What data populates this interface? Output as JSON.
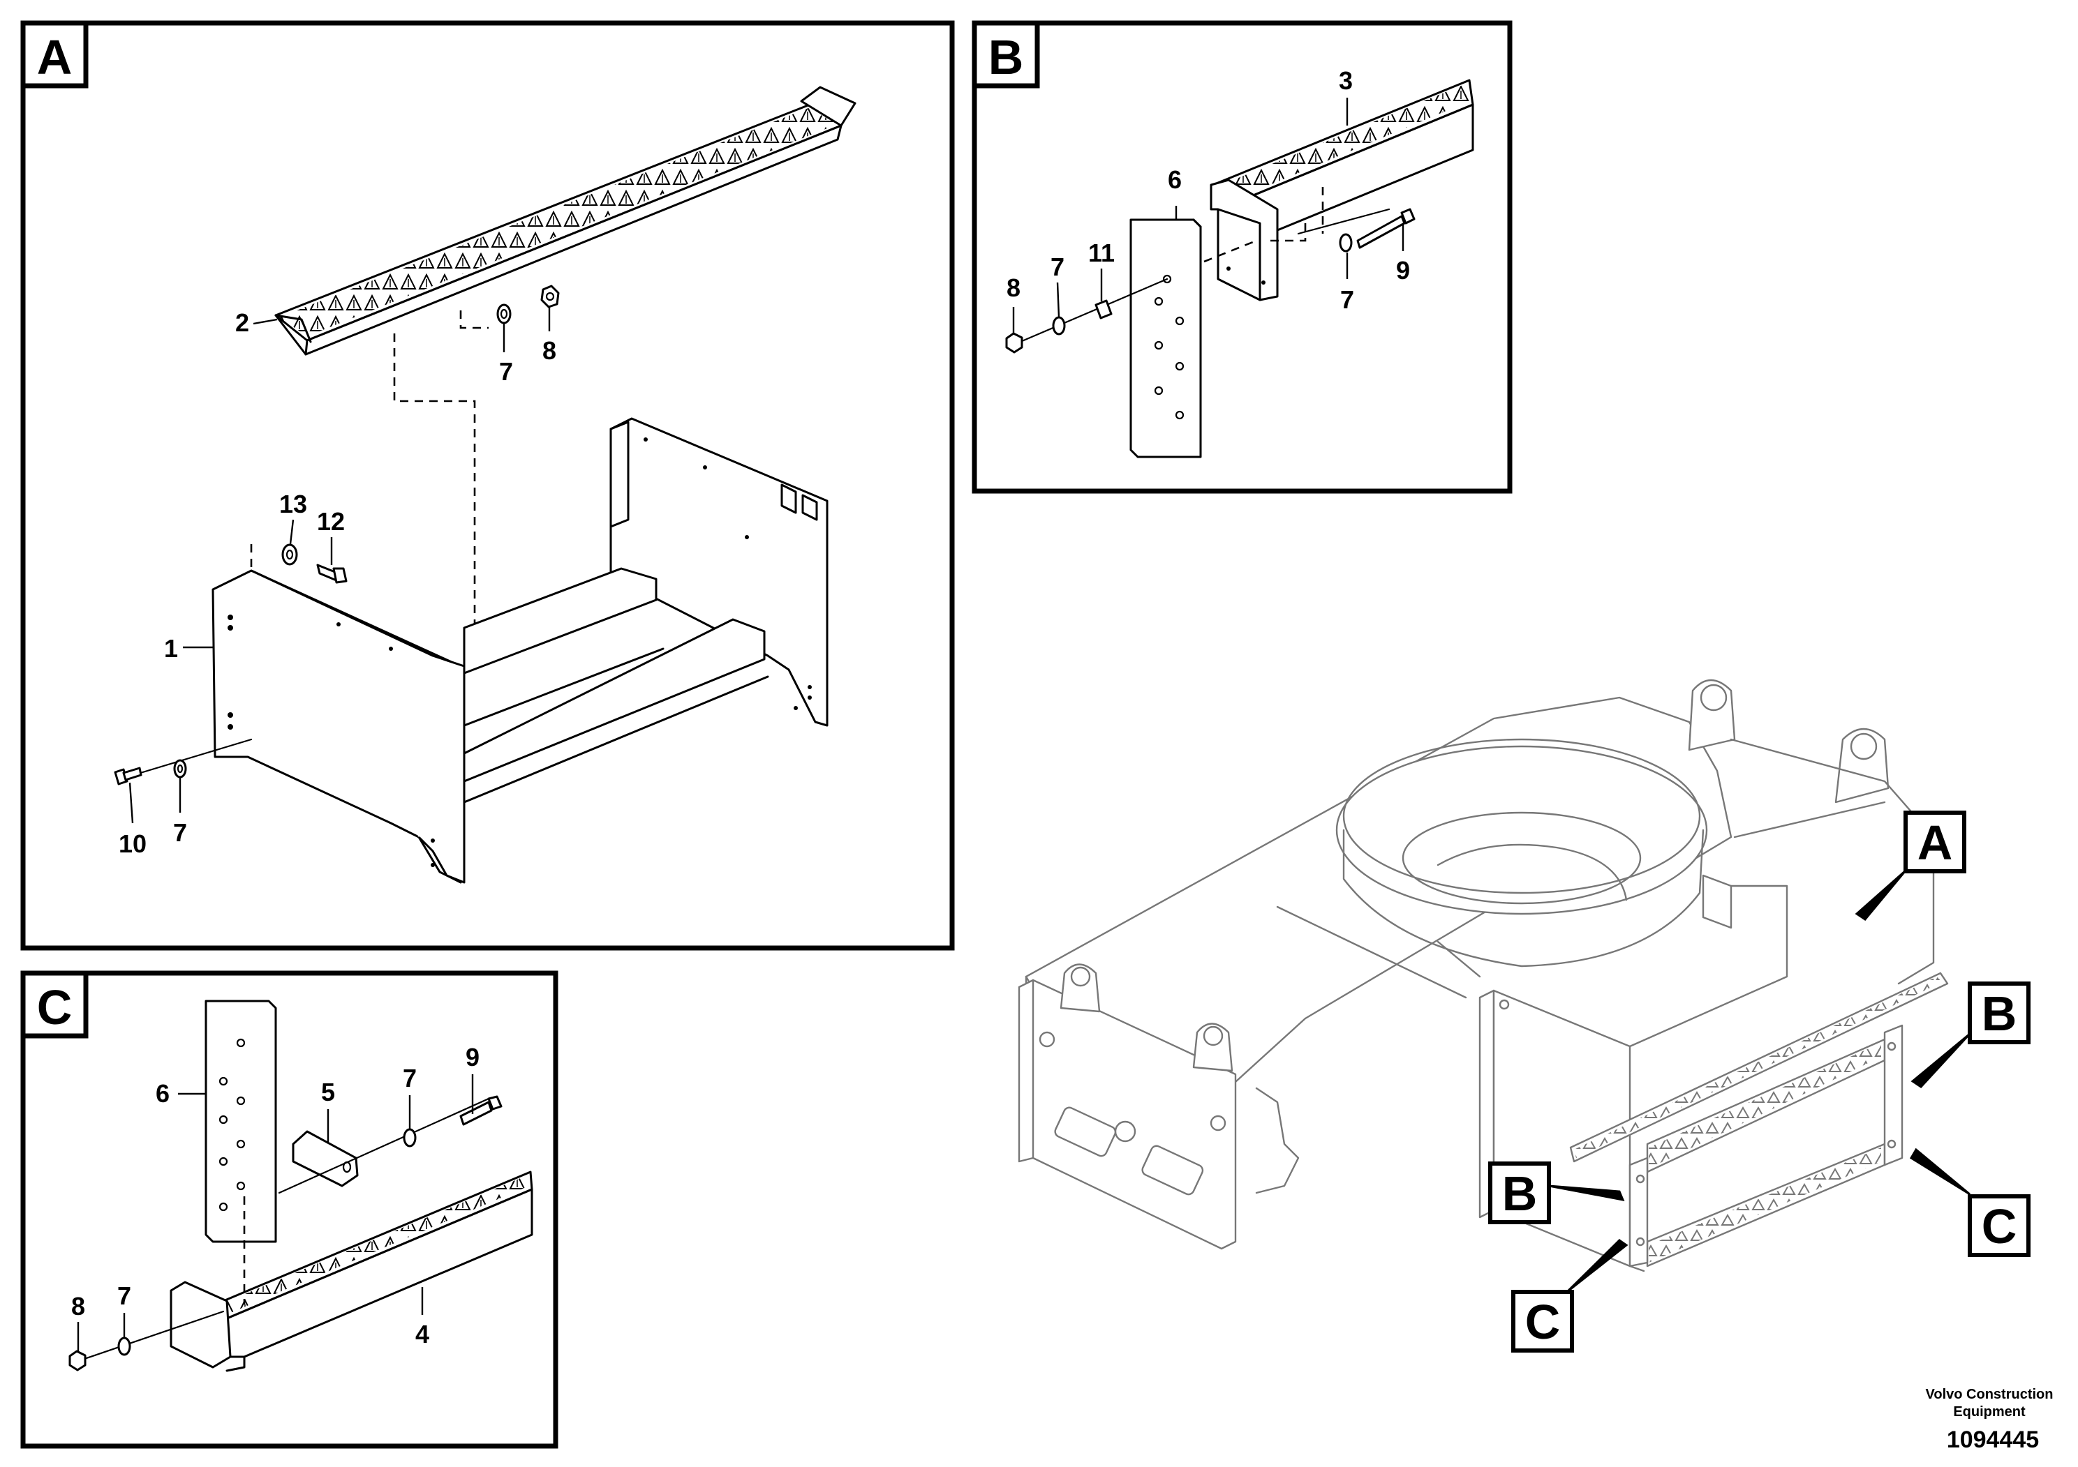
{
  "panels": {
    "A": {
      "letter": "A"
    },
    "B": {
      "letter": "B"
    },
    "C": {
      "letter": "C"
    }
  },
  "callouts": {
    "A": "A",
    "B1": "B",
    "B2": "B",
    "C1": "C",
    "C2": "C"
  },
  "parts_a": {
    "p1": "1",
    "p2": "2",
    "p7a": "7",
    "p8": "8",
    "p13": "13",
    "p12": "12",
    "p10": "10",
    "p7b": "7"
  },
  "parts_b": {
    "p3": "3",
    "p6": "6",
    "p8": "8",
    "p7a": "7",
    "p11": "11",
    "p7b": "7",
    "p9": "9"
  },
  "parts_c": {
    "p6": "6",
    "p5": "5",
    "p7a": "7",
    "p9": "9",
    "p8": "8",
    "p7b": "7",
    "p4": "4"
  },
  "footer": {
    "brand_line1": "Volvo Construction",
    "brand_line2": "Equipment",
    "drawing_number": "1094445"
  }
}
